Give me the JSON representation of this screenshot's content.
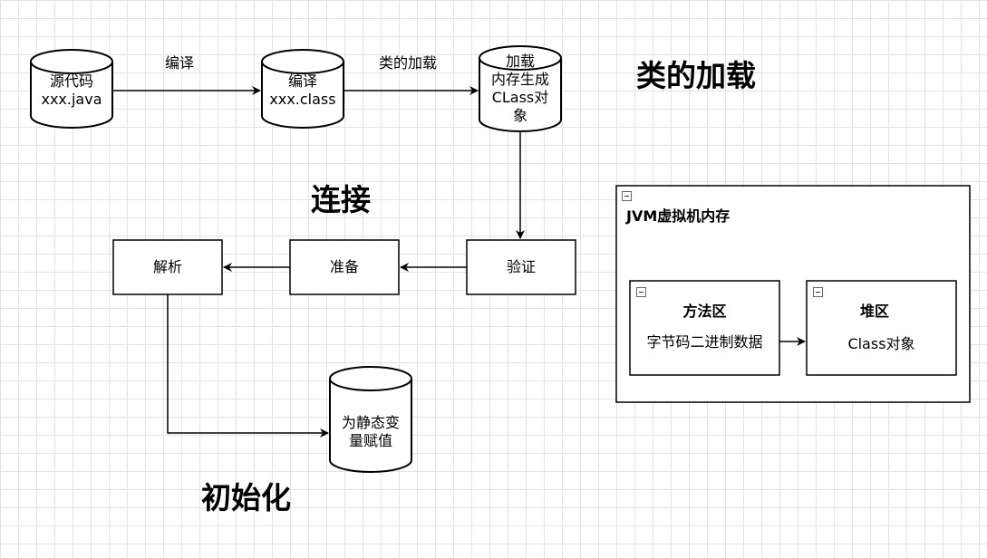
{
  "nodes": {
    "source_code": {
      "line1": "源代码",
      "line2": "xxx.java"
    },
    "compiled": {
      "line1": "编译",
      "line2": "xxx.class"
    },
    "loaded": {
      "line1": "加载",
      "line2": "内存生成",
      "line3": "CLass对",
      "line4": "象"
    },
    "verify": {
      "label": "验证"
    },
    "prepare": {
      "label": "准备"
    },
    "resolve": {
      "label": "解析"
    },
    "init_static": {
      "line1": "为静态变",
      "line2": "量赋值"
    }
  },
  "edges": {
    "compile_label": "编译",
    "class_loading_label": "类的加载"
  },
  "titles": {
    "class_loading": "类的加载",
    "linking": "连接",
    "initialization": "初始化"
  },
  "jvm_memory": {
    "title": "JVM虚拟机内存",
    "method_area": {
      "title": "方法区",
      "content": "字节码二进制数据"
    },
    "heap": {
      "title": "堆区",
      "content": "Class对象"
    }
  },
  "colors": {
    "stroke": "#000000",
    "fill": "#ffffff",
    "grid": "#e3e3e3"
  }
}
